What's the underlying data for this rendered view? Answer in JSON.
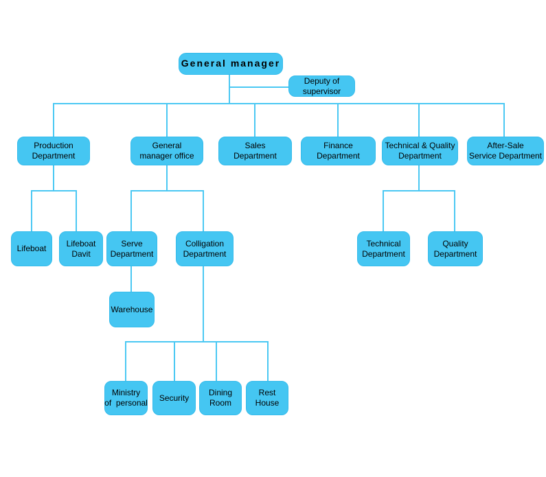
{
  "diagram_type": "organizational-chart",
  "colors": {
    "page_background": "#ffffff",
    "node_fill": "#45C6F2",
    "node_border": "#35BBEB",
    "connector_line": "#4AC8F3",
    "node_text": "#000000"
  },
  "nodes": {
    "general_manager": {
      "label": "General manager"
    },
    "deputy_supervisor": {
      "label": "Deputy of\nsupervisor"
    },
    "production": {
      "label": "Production\nDepartment"
    },
    "gm_office": {
      "label": "General\nmanager office"
    },
    "sales": {
      "label": "Sales\nDepartment"
    },
    "finance": {
      "label": "Finance\nDepartment"
    },
    "technical_quality": {
      "label": "Technical & Quality\nDepartment"
    },
    "after_sale": {
      "label": "After-Sale\nService Department"
    },
    "lifeboat": {
      "label": "Lifeboat"
    },
    "lifeboat_davit": {
      "label": "Lifeboat\nDavit"
    },
    "serve": {
      "label": "Serve\nDepartment"
    },
    "colligation": {
      "label": "Colligation\nDepartment"
    },
    "warehouse": {
      "label": "Warehouse"
    },
    "technical": {
      "label": "Technical\nDepartment"
    },
    "quality": {
      "label": "Quality\nDepartment"
    },
    "ministry": {
      "label": "Ministry\nof  personal"
    },
    "security": {
      "label": "Security"
    },
    "dining": {
      "label": "Dining\nRoom"
    },
    "rest": {
      "label": "Rest\nHouse"
    }
  },
  "org_tree": {
    "label": "General manager",
    "assistant": "Deputy of supervisor",
    "children": [
      {
        "label": "Production Department",
        "children": [
          {
            "label": "Lifeboat"
          },
          {
            "label": "Lifeboat Davit"
          }
        ]
      },
      {
        "label": "General manager office",
        "children": [
          {
            "label": "Serve Department",
            "children": [
              {
                "label": "Warehouse"
              }
            ]
          },
          {
            "label": "Colligation Department",
            "children": [
              {
                "label": "Ministry of personal"
              },
              {
                "label": "Security"
              },
              {
                "label": "Dining Room"
              },
              {
                "label": "Rest House"
              }
            ]
          }
        ]
      },
      {
        "label": "Sales Department"
      },
      {
        "label": "Finance Department"
      },
      {
        "label": "Technical & Quality Department",
        "children": [
          {
            "label": "Technical Department"
          },
          {
            "label": "Quality Department"
          }
        ]
      },
      {
        "label": "After-Sale Service Department"
      }
    ]
  }
}
